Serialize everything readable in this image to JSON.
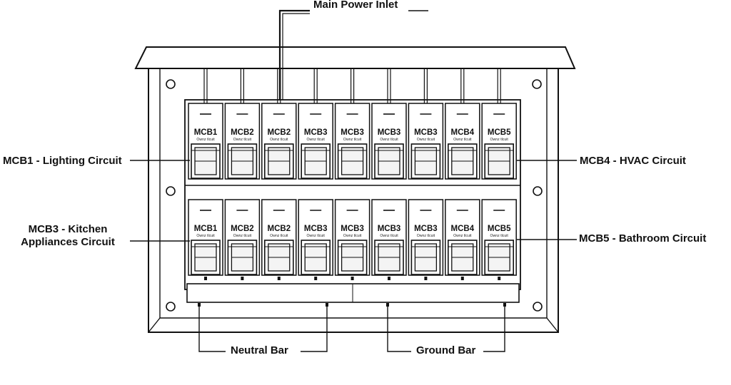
{
  "labels": {
    "main_power_inlet": "Main Power Inlet",
    "mcb1_lighting": "MCB1 - Lighting Circuit",
    "mcb3_kitchen": "MCB3 - Kitchen Appliances Circuit",
    "mcb4_hvac": "MCB4 - HVAC Circuit",
    "mcb5_bathroom": "MCB5 - Bathroom Circuit",
    "neutral_bar": "Neutral Bar",
    "ground_bar": "Ground Bar"
  },
  "breaker_sublabel": "Ownz tlcuit",
  "breaker_rows": [
    [
      "MCB1",
      "MCB2",
      "MCB2",
      "MCB3",
      "MCB3",
      "MCB3",
      "MCB3",
      "MCB4",
      "MCB5"
    ],
    [
      "MCB1",
      "MCB2",
      "MCB2",
      "MCB3",
      "MCB3",
      "MCB3",
      "MCB3",
      "MCB4",
      "MCB5"
    ]
  ],
  "colors": {
    "ink": "#111111",
    "panel_fill": "#ffffff",
    "panel_shade": "#f4f4f4"
  }
}
